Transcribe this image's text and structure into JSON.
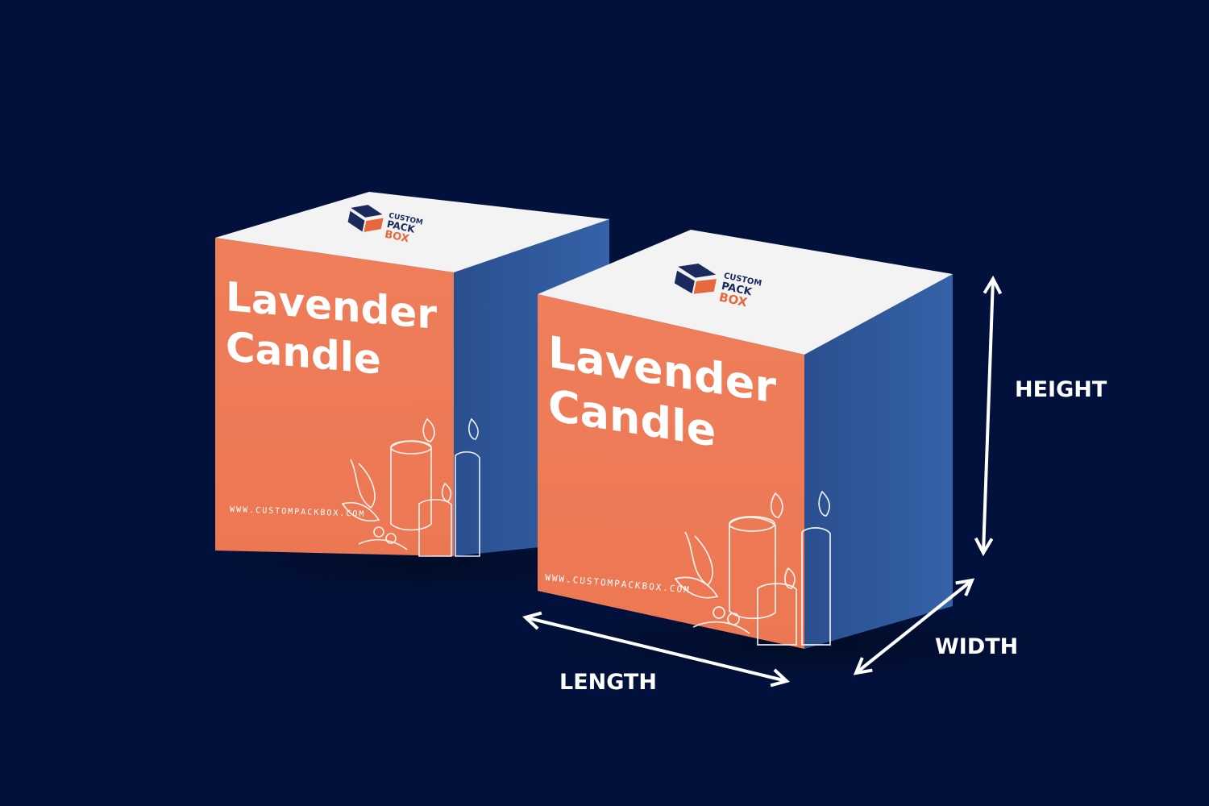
{
  "colors": {
    "background": "#02113b",
    "box_front": "#ee7c58",
    "box_side": "#2f5597",
    "box_top": "#f2f2f2",
    "logo_navy": "#1b2a5b",
    "logo_orange": "#e8683e",
    "text": "#ffffff"
  },
  "boxes": [
    {
      "title_line1": "Lavender",
      "title_line2": "Candle",
      "url": "WWW.CUSTOMPACKBOX.COM",
      "logo": {
        "line1": "CUSTOM",
        "line2": "PACK",
        "line3": "BOX"
      }
    },
    {
      "title_line1": "Lavender",
      "title_line2": "Candle",
      "url": "WWW.CUSTOMPACKBOX.COM",
      "logo": {
        "line1": "CUSTOM",
        "line2": "PACK",
        "line3": "BOX"
      }
    }
  ],
  "dimensions": {
    "height": "HEIGHT",
    "width": "WIDTH",
    "length": "LENGTH"
  },
  "icons": {
    "arrow": "double-headed-arrow-icon",
    "candle": "candle-illustration-icon"
  }
}
